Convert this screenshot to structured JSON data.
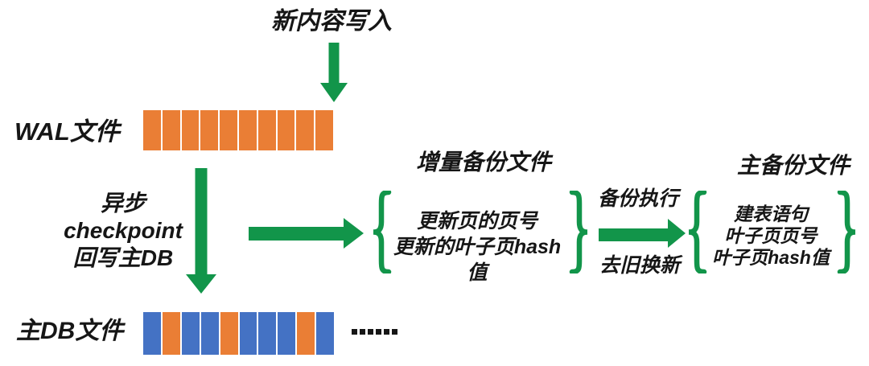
{
  "colors": {
    "orange": "#EA7E35",
    "blue": "#4472C4",
    "green": "#12954A",
    "text": "#161616"
  },
  "new_content": {
    "label": "新内容写入"
  },
  "wal": {
    "label": "WAL文件",
    "segments": [
      "orange",
      "orange",
      "orange",
      "orange",
      "orange",
      "orange",
      "orange",
      "orange",
      "orange",
      "orange"
    ]
  },
  "checkpoint": {
    "lines": [
      "异步",
      "checkpoint",
      "回写主DB"
    ]
  },
  "incremental_backup": {
    "title": "增量备份文件",
    "lines": [
      "更新页的页号",
      "更新的叶子页hash值"
    ]
  },
  "transfer": {
    "above_arrow": "备份执行",
    "below_arrow": "去旧换新"
  },
  "master_backup": {
    "title": "主备份文件",
    "lines": [
      "建表语句",
      "叶子页页号",
      "叶子页hash值"
    ]
  },
  "main_db": {
    "label": "主DB文件",
    "segments": [
      "blue",
      "orange",
      "blue",
      "blue",
      "orange",
      "blue",
      "blue",
      "blue",
      "orange",
      "blue"
    ],
    "ellipsis_dot_count": 6
  }
}
